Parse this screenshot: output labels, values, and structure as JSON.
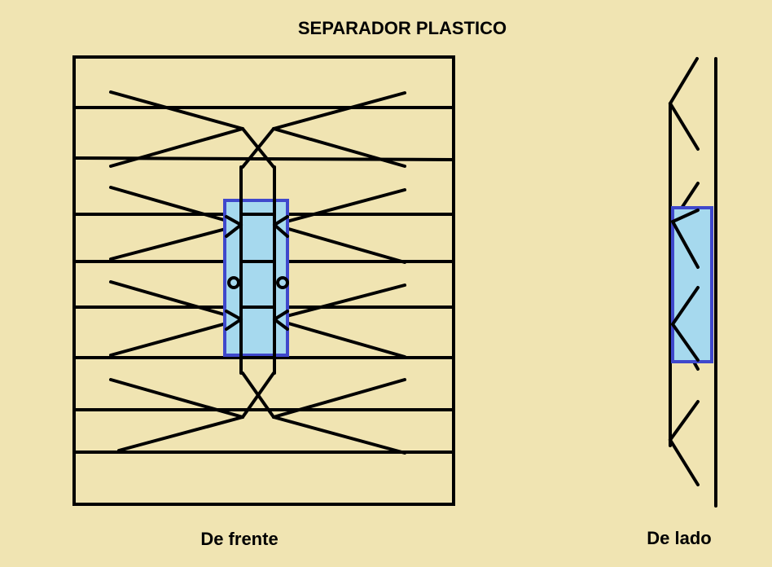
{
  "title": "SEPARADOR PLASTICO",
  "views": {
    "front": {
      "caption": "De frente"
    },
    "side": {
      "caption": "De lado"
    }
  },
  "colors": {
    "background": "#f0e4b2",
    "line": "#000000",
    "highlight_fill": "#a6d9ee",
    "highlight_stroke": "#3f48cc"
  }
}
